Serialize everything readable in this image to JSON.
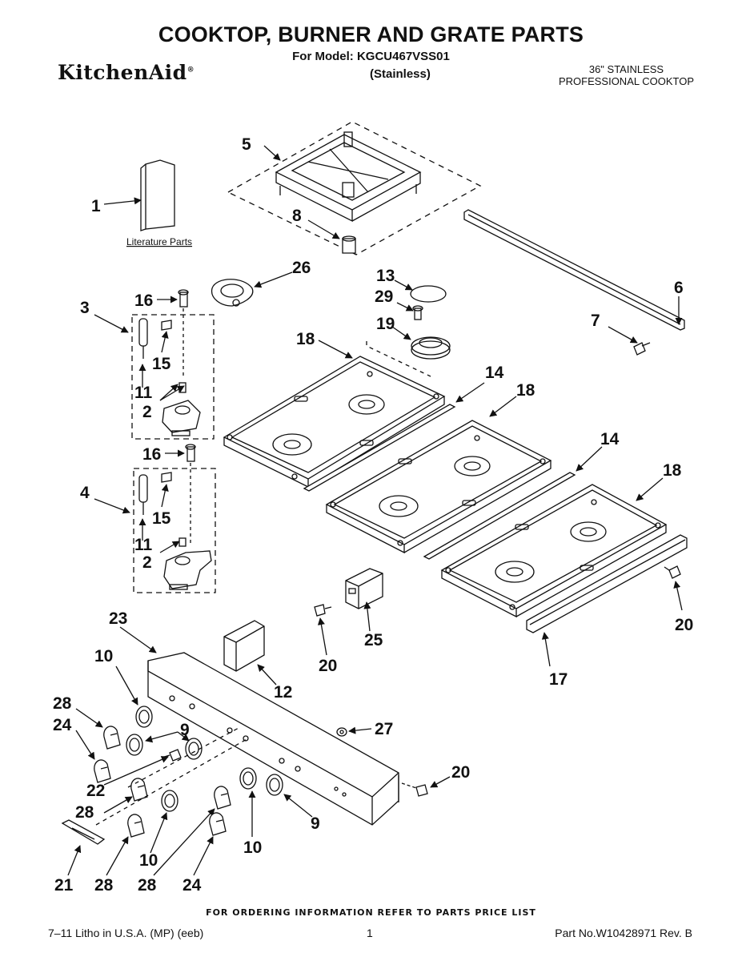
{
  "header": {
    "title": "COOKTOP, BURNER AND GRATE PARTS",
    "model_line": "For Model: KGCU467VSS01",
    "variant": "(Stainless)",
    "brand": "KitchenAid",
    "product_line1": "36\" STAINLESS",
    "product_line2": "PROFESSIONAL COOKTOP"
  },
  "diagram": {
    "literature_label": "Literature Parts",
    "callouts": {
      "c1": "1",
      "c2a": "2",
      "c2b": "2",
      "c3": "3",
      "c4": "4",
      "c5": "5",
      "c6": "6",
      "c7": "7",
      "c8": "8",
      "c9a": "9",
      "c9b": "9",
      "c10a": "10",
      "c10b": "10",
      "c10c": "10",
      "c11a": "11",
      "c11b": "11",
      "c12": "12",
      "c13": "13",
      "c14a": "14",
      "c14b": "14",
      "c15a": "15",
      "c15b": "15",
      "c16a": "16",
      "c16b": "16",
      "c17": "17",
      "c18a": "18",
      "c18b": "18",
      "c18c": "18",
      "c19": "19",
      "c20a": "20",
      "c20b": "20",
      "c20c": "20",
      "c21": "21",
      "c22": "22",
      "c23": "23",
      "c24a": "24",
      "c24b": "24",
      "c25": "25",
      "c26": "26",
      "c27": "27",
      "c28a": "28",
      "c28b": "28",
      "c28c": "28",
      "c28d": "28",
      "c29": "29"
    }
  },
  "footer": {
    "ordering_note": "FOR ORDERING INFORMATION REFER TO PARTS PRICE LIST",
    "litho": "7–11 Litho in U.S.A. (MP) (eeb)",
    "page": "1",
    "part_no": "Part No.W10428971 Rev. B"
  }
}
